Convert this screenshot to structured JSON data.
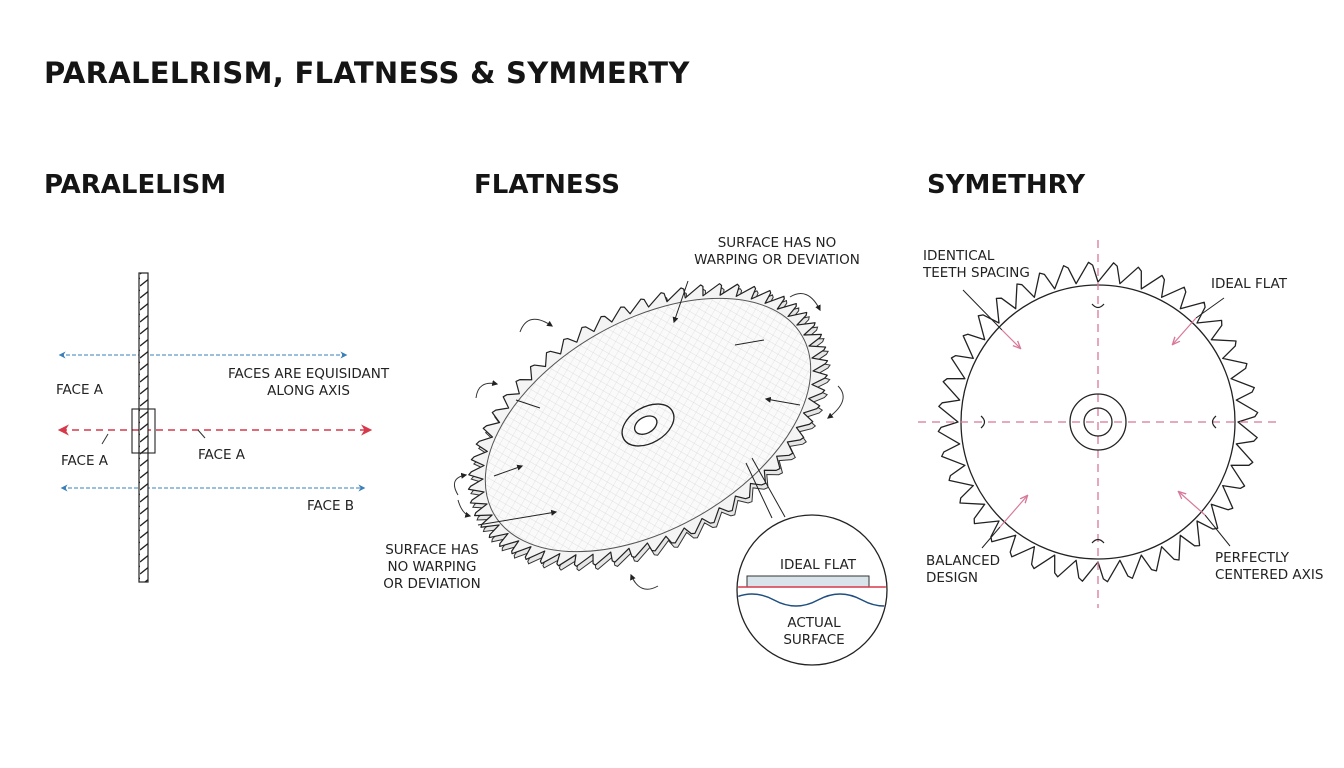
{
  "title": "PARALELRISM, FLATNESS & SYMMERTY",
  "sections": {
    "parallelism": {
      "heading": "PARALELISM",
      "labels": {
        "faces_equidistant_line1": "FACES ARE EQUISIDANT",
        "faces_equidistant_line2": "ALONG AXIS",
        "face_a_top": "FACE A",
        "face_a_left": "FACE A",
        "face_a_right": "FACE A",
        "face_b": "FACE B"
      }
    },
    "flatness": {
      "heading": "FLATNESS",
      "labels": {
        "top_line1": "SURFACE HAS NO",
        "top_line2": "WARPING OR DEVIATION",
        "left_line1": "SURFACE HAS",
        "left_line2": "NO WARPING",
        "left_line3": "OR DEVIATION",
        "inset_ideal": "IDEAL FLAT",
        "inset_actual_line1": "ACTUAL",
        "inset_actual_line2": "SURFACE"
      }
    },
    "symmetry": {
      "heading": "SYMETHRY",
      "labels": {
        "identical_line1": "IDENTICAL",
        "identical_line2": "TEETH SPACING",
        "ideal_flat": "IDEAL FLAT",
        "balanced_line1": "BALANCED",
        "balanced_line2": "DESIGN",
        "centered_line1": "PERFECTLY",
        "centered_line2": "CENTERED AXIS"
      }
    }
  },
  "colors": {
    "ink": "#1a1a1a",
    "axis_red": "#d63a4a",
    "axis_pink": "#d8789a",
    "arrow_blue": "#3a7fb8",
    "grid_gray": "#c8c8c8",
    "inset_fill": "#d9e3ea",
    "wave_blue": "#1f4f80"
  }
}
